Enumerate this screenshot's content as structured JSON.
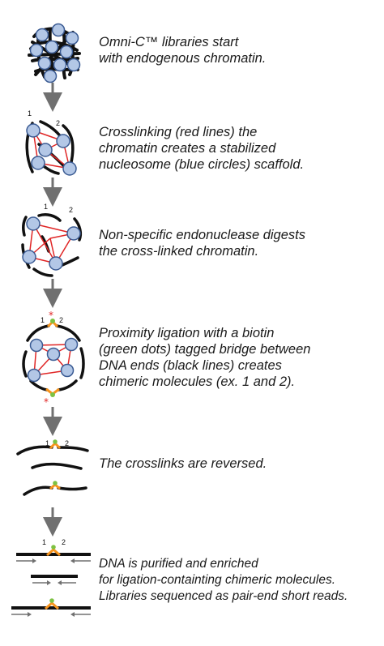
{
  "colors": {
    "nucleosome_fill": "#b3c7e6",
    "nucleosome_stroke": "#3b5b93",
    "crosslink": "#e02525",
    "dna": "#111111",
    "arrow": "#707070",
    "biotin": "#7dc243",
    "bridge": "#f7941d",
    "star": "#e02525",
    "text": "#1a1a1a"
  },
  "steps": [
    {
      "lines": [
        "Omni-C™ libraries start",
        "with  endogenous chromatin."
      ]
    },
    {
      "lines": [
        "Crosslinking (red lines) the",
        "chromatin creates a stabilized",
        "nucleosome (blue circles) scaffold."
      ],
      "labels": [
        "1",
        "2"
      ]
    },
    {
      "lines": [
        "Non-specific endonuclease digests",
        "the cross-linked chromatin."
      ],
      "labels": [
        "1",
        "2"
      ]
    },
    {
      "lines": [
        "Proximity ligation with a biotin",
        "(green dots) tagged bridge between",
        "DNA ends (black lines) creates",
        "chimeric molecules (ex. 1 and 2)."
      ],
      "labels": [
        "1",
        "2"
      ]
    },
    {
      "lines": [
        "The crosslinks are reversed."
      ],
      "labels": [
        "1",
        "2"
      ]
    },
    {
      "lines": [
        "DNA is purified and enriched",
        "for ligation-containting chimeric molecules.",
        "Libraries sequenced as pair-end short reads."
      ],
      "labels": [
        "1",
        "2"
      ]
    }
  ]
}
